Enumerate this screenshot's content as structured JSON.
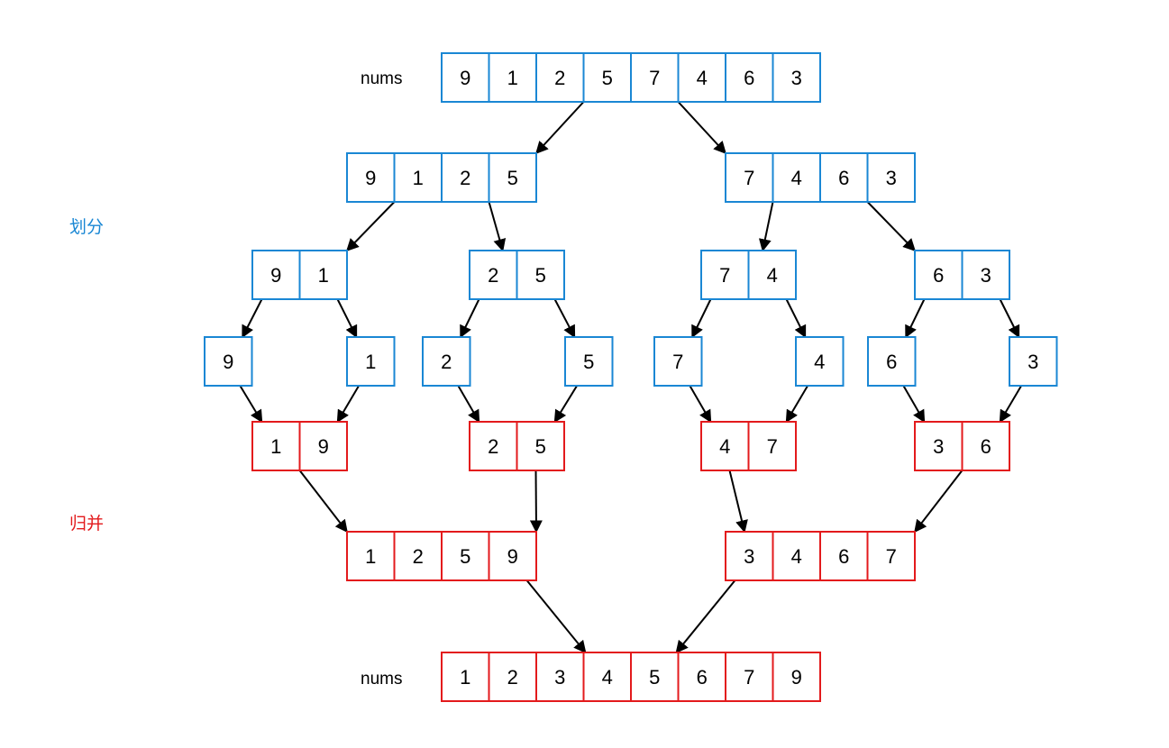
{
  "labels": {
    "input_name": "nums",
    "output_name": "nums"
  },
  "phases": {
    "split": "划分",
    "merge": "归并"
  },
  "colors": {
    "split": "#1a87d4",
    "merge": "#e31a1c",
    "edge": "#000000"
  },
  "arrays": [
    {
      "id": "L0",
      "values": [
        "9",
        "1",
        "2",
        "5",
        "7",
        "4",
        "6",
        "3"
      ],
      "phase": "split"
    },
    {
      "id": "L1a",
      "values": [
        "9",
        "1",
        "2",
        "5"
      ],
      "phase": "split"
    },
    {
      "id": "L1b",
      "values": [
        "7",
        "4",
        "6",
        "3"
      ],
      "phase": "split"
    },
    {
      "id": "L2a",
      "values": [
        "9",
        "1"
      ],
      "phase": "split"
    },
    {
      "id": "L2b",
      "values": [
        "2",
        "5"
      ],
      "phase": "split"
    },
    {
      "id": "L2c",
      "values": [
        "7",
        "4"
      ],
      "phase": "split"
    },
    {
      "id": "L2d",
      "values": [
        "6",
        "3"
      ],
      "phase": "split"
    },
    {
      "id": "L3a",
      "values": [
        "9"
      ],
      "phase": "split"
    },
    {
      "id": "L3b",
      "values": [
        "1"
      ],
      "phase": "split"
    },
    {
      "id": "L3c",
      "values": [
        "2"
      ],
      "phase": "split"
    },
    {
      "id": "L3d",
      "values": [
        "5"
      ],
      "phase": "split"
    },
    {
      "id": "L3e",
      "values": [
        "7"
      ],
      "phase": "split"
    },
    {
      "id": "L3f",
      "values": [
        "4"
      ],
      "phase": "split"
    },
    {
      "id": "L3g",
      "values": [
        "6"
      ],
      "phase": "split"
    },
    {
      "id": "L3h",
      "values": [
        "3"
      ],
      "phase": "split"
    },
    {
      "id": "L4a",
      "values": [
        "1",
        "9"
      ],
      "phase": "merge"
    },
    {
      "id": "L4b",
      "values": [
        "2",
        "5"
      ],
      "phase": "merge"
    },
    {
      "id": "L4c",
      "values": [
        "4",
        "7"
      ],
      "phase": "merge"
    },
    {
      "id": "L4d",
      "values": [
        "3",
        "6"
      ],
      "phase": "merge"
    },
    {
      "id": "L5a",
      "values": [
        "1",
        "2",
        "5",
        "9"
      ],
      "phase": "merge"
    },
    {
      "id": "L5b",
      "values": [
        "3",
        "4",
        "6",
        "7"
      ],
      "phase": "merge"
    },
    {
      "id": "L6",
      "values": [
        "1",
        "2",
        "3",
        "4",
        "5",
        "6",
        "7",
        "9"
      ],
      "phase": "merge"
    }
  ],
  "edges": [
    [
      "L0",
      "L1a"
    ],
    [
      "L0",
      "L1b"
    ],
    [
      "L1a",
      "L2a"
    ],
    [
      "L1a",
      "L2b"
    ],
    [
      "L1b",
      "L2c"
    ],
    [
      "L1b",
      "L2d"
    ],
    [
      "L2a",
      "L3a"
    ],
    [
      "L2a",
      "L3b"
    ],
    [
      "L2b",
      "L3c"
    ],
    [
      "L2b",
      "L3d"
    ],
    [
      "L2c",
      "L3e"
    ],
    [
      "L2c",
      "L3f"
    ],
    [
      "L2d",
      "L3g"
    ],
    [
      "L2d",
      "L3h"
    ],
    [
      "L3a",
      "L4a"
    ],
    [
      "L3b",
      "L4a"
    ],
    [
      "L3c",
      "L4b"
    ],
    [
      "L3d",
      "L4b"
    ],
    [
      "L3e",
      "L4c"
    ],
    [
      "L3f",
      "L4c"
    ],
    [
      "L3g",
      "L4d"
    ],
    [
      "L3h",
      "L4d"
    ],
    [
      "L4a",
      "L5a"
    ],
    [
      "L4b",
      "L5a"
    ],
    [
      "L4c",
      "L5b"
    ],
    [
      "L4d",
      "L5b"
    ],
    [
      "L5a",
      "L6"
    ],
    [
      "L5b",
      "L6"
    ]
  ]
}
